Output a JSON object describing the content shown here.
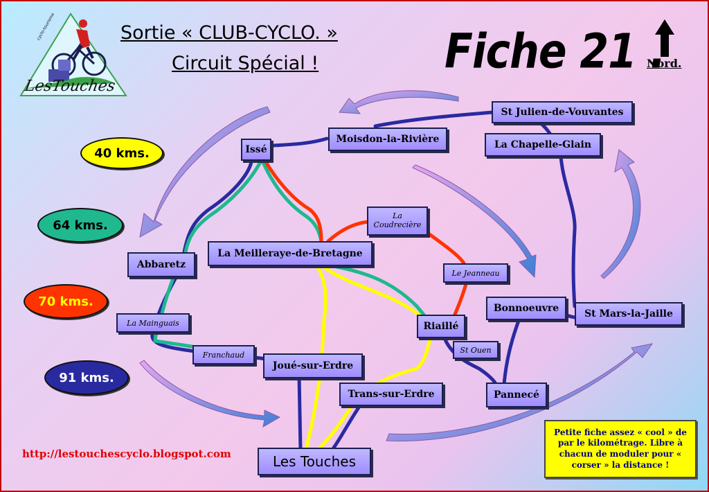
{
  "header": {
    "title_line1": "Sortie « CLUB-CYCLO. »",
    "title_line2": "Circuit Spécial !",
    "fiche": "Fiche 21 .",
    "north_label": "Nord."
  },
  "logo": {
    "text": "LesTouches",
    "small_text": "cyclo-tourisme",
    "icon": "cyclist-icon"
  },
  "distances": [
    {
      "label": "40 kms.",
      "color": "#ffff00",
      "text_color": "#000000"
    },
    {
      "label": "64 kms.",
      "color": "#1fb88f",
      "text_color": "#000000"
    },
    {
      "label": "70 kms.",
      "color": "#ff3300",
      "text_color": "#ffff00"
    },
    {
      "label": "91 kms.",
      "color": "#2a2aa0",
      "text_color": "#ffffff"
    }
  ],
  "route_colors": {
    "blue": "#2a2aa0",
    "green": "#1fb88f",
    "red": "#ff3300",
    "yellow": "#ffff00"
  },
  "towns": {
    "isse": "Issé",
    "moisdon": "Moisdon-la-Rivière",
    "st_julien": "St Julien-de-Vouvantes",
    "la_chapelle": "La Chapelle-Glain",
    "la_coudreciere": "La Coudrecière",
    "meilleraye": "La Meilleraye-de-Bretagne",
    "abbaretz": "Abbaretz",
    "le_jeanneau": "Le Jeanneau",
    "bonnoeuvre": "Bonnoeuvre",
    "st_mars": "St Mars-la-Jaille",
    "la_mainguais": "La Mainguais",
    "riaille": "Riaillé",
    "st_ouen": "St Ouen",
    "franchaud": "Franchaud",
    "joue": "Joué-sur-Erdre",
    "trans": "Trans-sur-Erdre",
    "pannece": "Pannecé",
    "les_touches": "Les Touches"
  },
  "footer": {
    "url": "http://lestouchescyclo.blogspot.com",
    "note": "Petite fiche assez « cool » de par le kilométrage. Libre à chacun de moduler pour « corser » la distance !"
  }
}
